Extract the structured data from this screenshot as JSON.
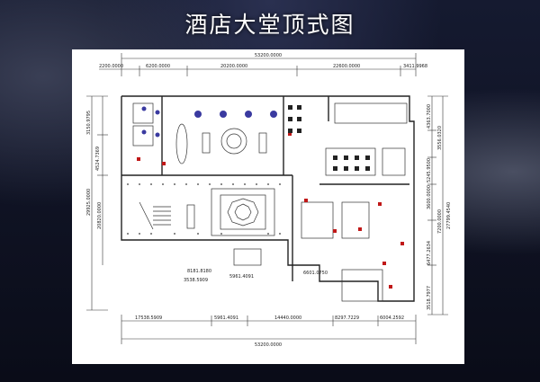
{
  "page": {
    "title": "酒店大堂顶式图"
  },
  "dimensions": {
    "top": [
      "53200.0000",
      "2200.0000",
      "6200.0000",
      "20200.0000",
      "22600.0000",
      "3411.9968"
    ],
    "bottom": [
      "17538.5909",
      "5961.4091",
      "14440.0000",
      "8297.7229",
      "6004.2592",
      "53200.0000"
    ],
    "left": [
      "3150.9795",
      "4524.7369",
      "29925.0000",
      "20820.0000"
    ],
    "right": [
      "4363.7000",
      "3556.0320",
      "5245.9500",
      "3600.0000",
      "7200.0000",
      "27799.4540",
      "6477.2634",
      "3518.7977"
    ],
    "inner": [
      "8181.8180",
      "3538.5909",
      "5961.4091",
      "6601.0750"
    ]
  }
}
